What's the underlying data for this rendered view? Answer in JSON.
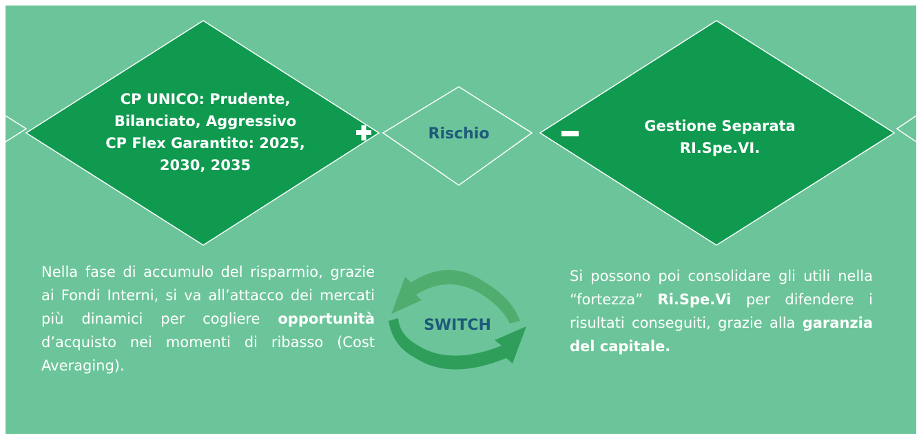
{
  "diagram": {
    "left_diamond": {
      "label": "CP UNICO: Prudente,\nBilanciato, Aggressivo\nCP Flex Garantito: 2025,\n2030, 2035"
    },
    "center_diamond": {
      "label": "Rischio"
    },
    "right_diamond": {
      "label": "Gestione Separata\nRI.Spe.VI."
    },
    "plus_sign": "+",
    "minus_sign": "−",
    "switch": {
      "label": "SWITCH"
    }
  },
  "left_text": {
    "p1": "Nella fase di accumulo del risparmio, grazie ai Fondi Interni, si va all’attacco dei mercati più dinamici per cogliere ",
    "bold1": "opportunità",
    "p2": " d’acquisto nei momenti di ribasso (Cost Averaging)."
  },
  "right_text": {
    "p1": "Si possono poi consolidare gli utili nella “fortezza” ",
    "bold1": "Ri.Spe.Vi",
    "p2": " per difendere i risultati conseguiti, grazie alla ",
    "bold2": "garanzia del capitale."
  },
  "colors": {
    "panel_background": "#6cc59a",
    "diamond_fill": "#0f9a4f",
    "text_blue": "#1e5a7a",
    "arrow_green": "#2e9e5a"
  }
}
